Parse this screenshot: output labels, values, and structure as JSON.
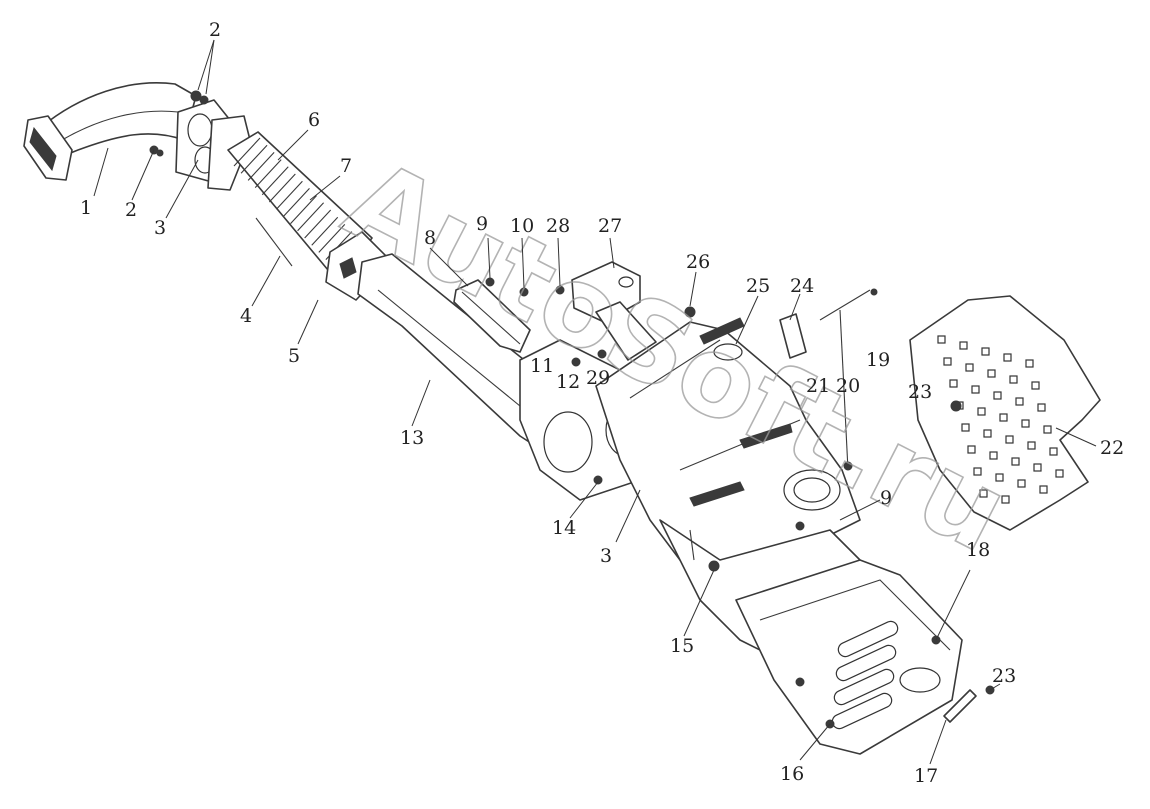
{
  "watermark": "AutoSoft.ru",
  "callouts": [
    {
      "id": "c2a",
      "label": "2"
    },
    {
      "id": "c1",
      "label": "1"
    },
    {
      "id": "c2b",
      "label": "2"
    },
    {
      "id": "c3a",
      "label": "3"
    },
    {
      "id": "c6",
      "label": "6"
    },
    {
      "id": "c7",
      "label": "7"
    },
    {
      "id": "c4",
      "label": "4"
    },
    {
      "id": "c5",
      "label": "5"
    },
    {
      "id": "c8",
      "label": "8"
    },
    {
      "id": "c9a",
      "label": "9"
    },
    {
      "id": "c10",
      "label": "10"
    },
    {
      "id": "c28",
      "label": "28"
    },
    {
      "id": "c27",
      "label": "27"
    },
    {
      "id": "c26",
      "label": "26"
    },
    {
      "id": "c25",
      "label": "25"
    },
    {
      "id": "c24",
      "label": "24"
    },
    {
      "id": "c11",
      "label": "11"
    },
    {
      "id": "c12",
      "label": "12"
    },
    {
      "id": "c29",
      "label": "29"
    },
    {
      "id": "c21",
      "label": "21"
    },
    {
      "id": "c20",
      "label": "20"
    },
    {
      "id": "c19",
      "label": "19"
    },
    {
      "id": "c23a",
      "label": "23"
    },
    {
      "id": "c22",
      "label": "22"
    },
    {
      "id": "c13",
      "label": "13"
    },
    {
      "id": "c14",
      "label": "14"
    },
    {
      "id": "c3b",
      "label": "3"
    },
    {
      "id": "c9b",
      "label": "9"
    },
    {
      "id": "c15",
      "label": "15"
    },
    {
      "id": "c18",
      "label": "18"
    },
    {
      "id": "c23b",
      "label": "23"
    },
    {
      "id": "c16",
      "label": "16"
    },
    {
      "id": "c17",
      "label": "17"
    }
  ]
}
